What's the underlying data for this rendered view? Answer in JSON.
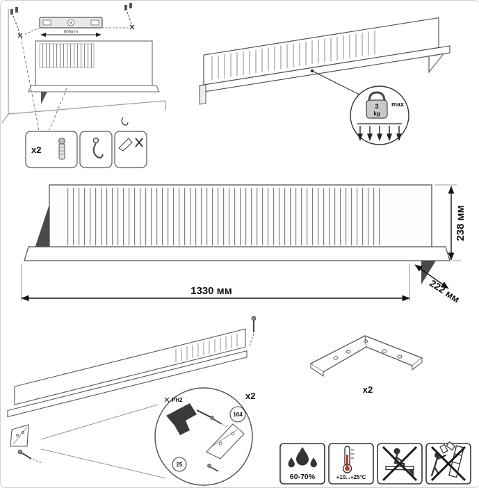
{
  "diagram": {
    "mounting": {
      "level_dimension": "800mm",
      "hardware_qty": "x2"
    },
    "load_limit": {
      "weight": "3",
      "unit": "kg",
      "max": "max"
    },
    "dimensions": {
      "width": "1330 мм",
      "height": "238 мм",
      "depth": "222 мм"
    },
    "assembly": {
      "qty": "x2",
      "bit": "PH2",
      "size_a": "104",
      "size_b": "25"
    },
    "bracket": {
      "qty": "x2"
    },
    "care": {
      "humidity": "60-70%",
      "temperature": "+10...+25°C"
    }
  }
}
